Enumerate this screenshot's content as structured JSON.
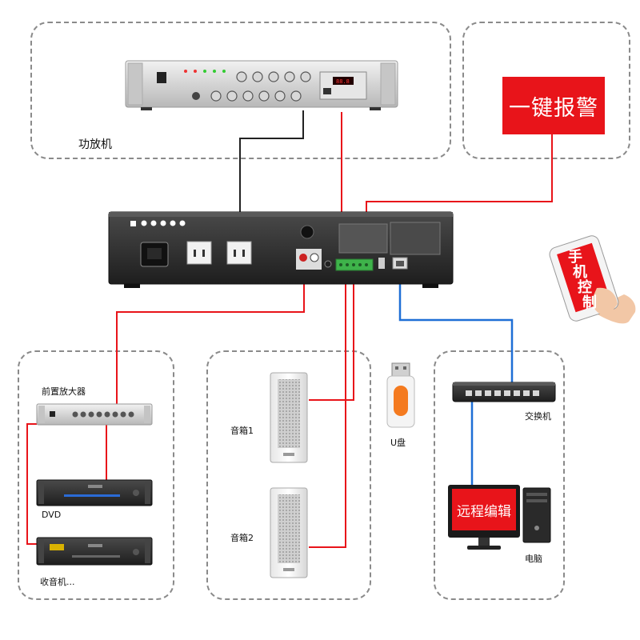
{
  "labels": {
    "amplifier": "功放机",
    "alarm": "一键报警",
    "phone_control": [
      "手",
      "机",
      "控",
      "制"
    ],
    "preamp": "前置放大器",
    "dvd": "DVD",
    "radio": "收音机...",
    "speaker1": "音箱1",
    "speaker2": "音箱2",
    "usb": "U盘",
    "switch": "交换机",
    "remote_edit": "远程编辑",
    "computer": "电脑"
  },
  "colors": {
    "audio_wire": "#e8141a",
    "network_wire": "#1f6fd6",
    "power_wire": "#222222",
    "alarm_bg": "#e8141a",
    "box_border": "#8a8a8a"
  }
}
